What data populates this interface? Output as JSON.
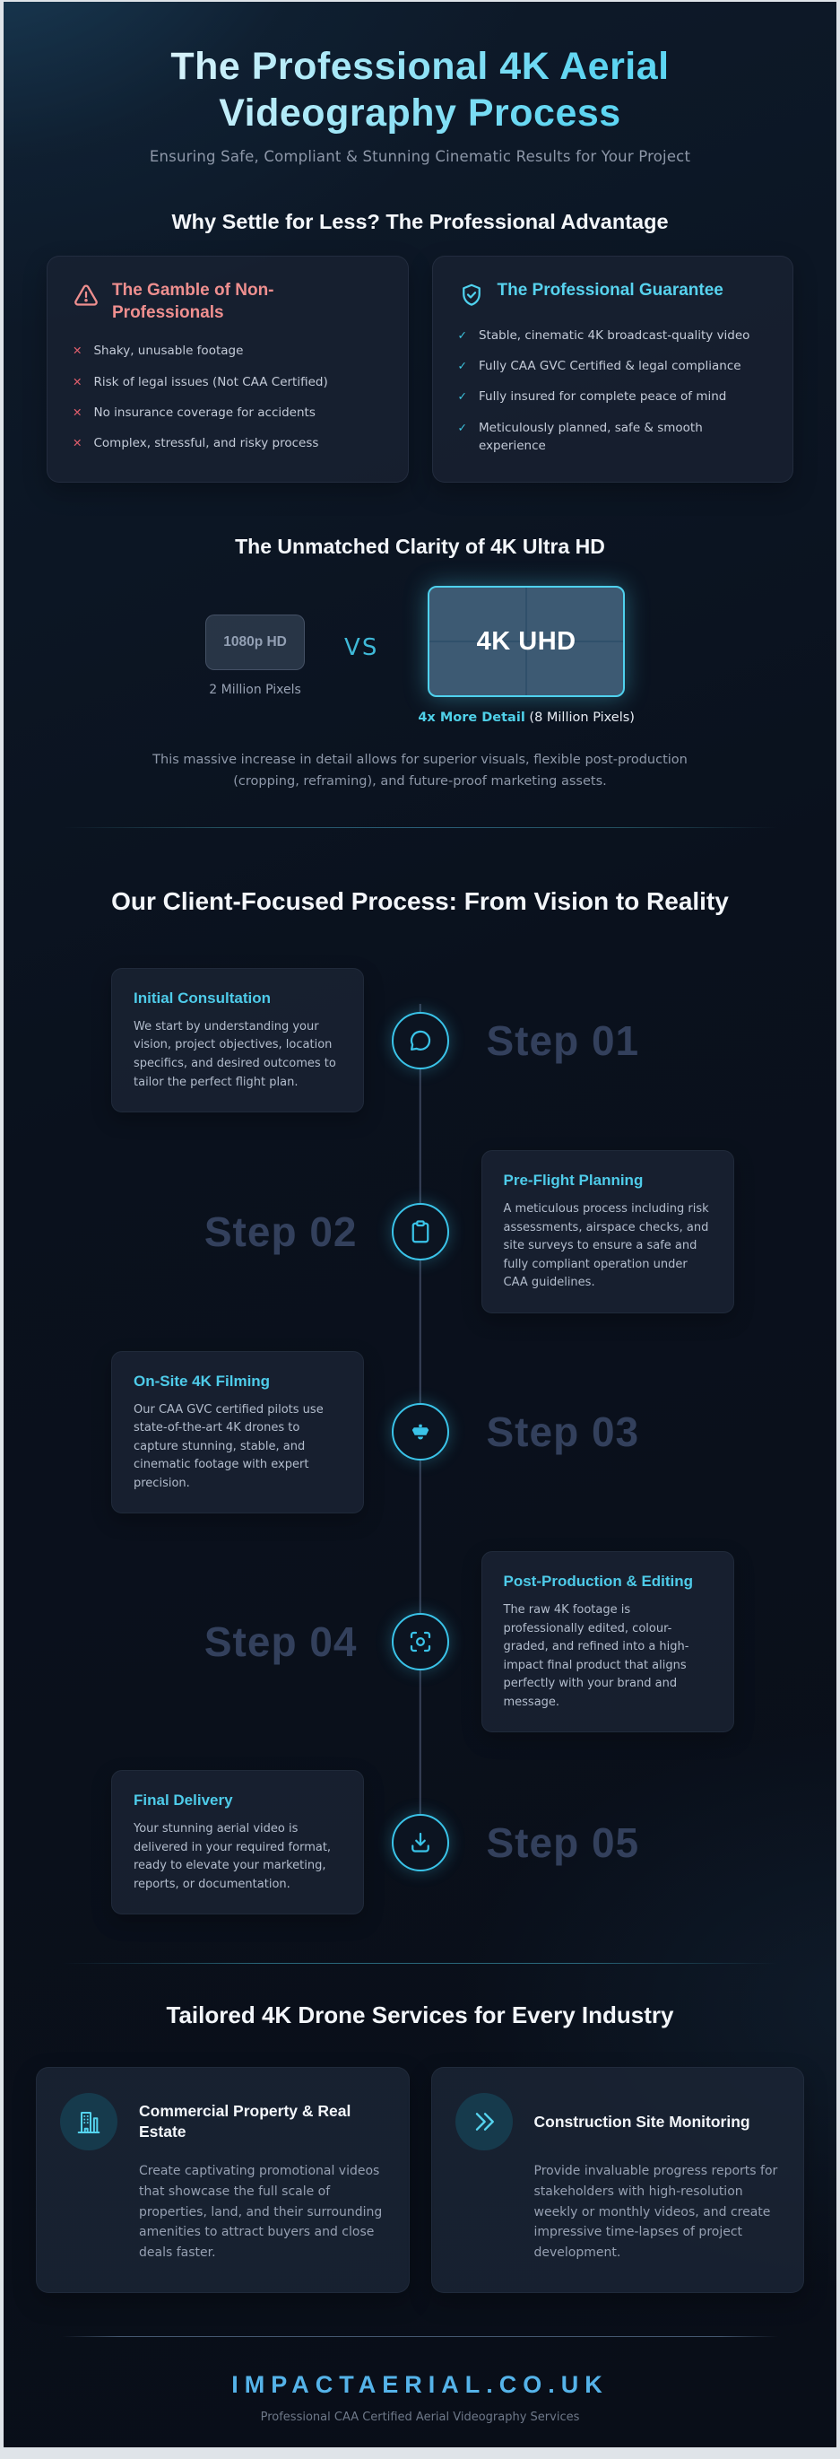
{
  "header": {
    "title": "The Professional 4K Aerial Videography Process",
    "subtitle": "Ensuring Safe, Compliant & Stunning Cinematic Results for Your Project"
  },
  "advantage": {
    "heading": "Why Settle for Less? The Professional Advantage",
    "negative_card": {
      "icon": "warning-triangle-icon",
      "title": "The Gamble of Non-Professionals",
      "items": [
        "Shaky, unusable footage",
        "Risk of legal issues (Not CAA Certified)",
        "No insurance coverage for accidents",
        "Complex, stressful, and risky process"
      ]
    },
    "positive_card": {
      "icon": "shield-check-icon",
      "title": "The Professional Guarantee",
      "items": [
        "Stable, cinematic 4K broadcast-quality video",
        "Fully CAA GVC Certified & legal compliance",
        "Fully insured for complete peace of mind",
        "Meticulously planned, safe & smooth experience"
      ]
    }
  },
  "clarity": {
    "heading": "The Unmatched Clarity of 4K Ultra HD",
    "hd_label": "1080p HD",
    "hd_caption": "2 Million Pixels",
    "vs_label": "VS",
    "uhd_label": "4K UHD",
    "uhd_caption_bold": "4x More Detail",
    "uhd_caption_rest": " (8 Million Pixels)",
    "description": "This massive increase in detail allows for superior visuals, flexible post-production (cropping, reframing), and future-proof marketing assets."
  },
  "process": {
    "heading": "Our Client-Focused Process: From Vision to Reality",
    "steps": [
      {
        "label": "Step 01",
        "icon": "chat-bubble-icon",
        "title": "Initial Consultation",
        "description": "We start by understanding your vision, project objectives, location specifics, and desired outcomes to tailor the perfect flight plan."
      },
      {
        "label": "Step 02",
        "icon": "clipboard-icon",
        "title": "Pre-Flight Planning",
        "description": "A meticulous process including risk assessments, airspace checks, and site surveys to ensure a safe and fully compliant operation under CAA guidelines."
      },
      {
        "label": "Step 03",
        "icon": "drone-icon",
        "title": "On-Site 4K Filming",
        "description": "Our CAA GVC certified pilots use state-of-the-art 4K drones to capture stunning, stable, and cinematic footage with expert precision."
      },
      {
        "label": "Step 04",
        "icon": "focus-frame-icon",
        "title": "Post-Production & Editing",
        "description": "The raw 4K footage is professionally edited, colour-graded, and refined into a high-impact final product that aligns perfectly with your brand and message."
      },
      {
        "label": "Step 05",
        "icon": "download-icon",
        "title": "Final Delivery",
        "description": "Your stunning aerial video is delivered in your required format, ready to elevate your marketing, reports, or documentation."
      }
    ]
  },
  "industries": {
    "heading": "Tailored 4K Drone Services for Every Industry",
    "cards": [
      {
        "icon": "buildings-icon",
        "title": "Commercial Property & Real Estate",
        "description": "Create captivating promotional videos that showcase the full scale of properties, land, and their surrounding amenities to attract buyers and close deals faster."
      },
      {
        "icon": "double-chevron-icon",
        "title": "Construction Site Monitoring",
        "description": "Provide invaluable progress reports for stakeholders with high-resolution weekly or monthly videos, and create impressive time-lapses of project development."
      }
    ]
  },
  "footer": {
    "brand": "IMPACTAERIAL.CO.UK",
    "tagline": "Professional CAA Certified Aerial Videography Services"
  },
  "icons": {
    "cross": "✕",
    "check": "✓"
  },
  "colors": {
    "accent_cyan": "#4fd1ee",
    "accent_red": "#ef8f8f",
    "cross_red": "#e25f6d",
    "brand_blue": "#55b3e9",
    "background": "#0b1220"
  }
}
